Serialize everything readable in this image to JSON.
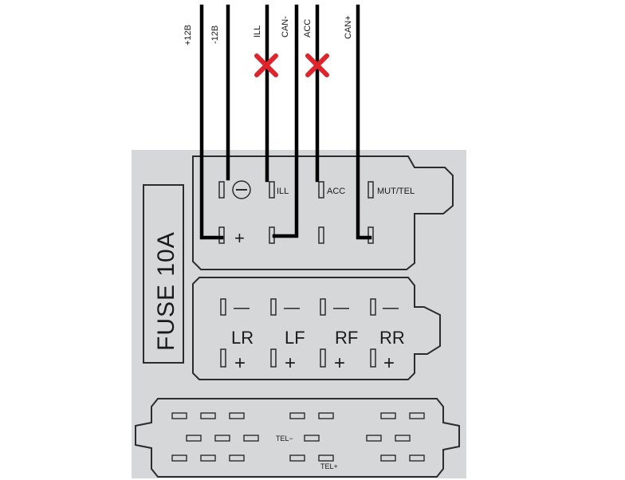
{
  "wire_labels": {
    "plus12": "+12B",
    "minus12": "-12B",
    "ill": "ILL",
    "can_minus": "CAN-",
    "acc": "ACC",
    "can_plus": "CAN+"
  },
  "fuse_label": "FUSE 10A",
  "top_block": {
    "ill": "ILL",
    "acc": "ACC",
    "mut_tel": "MUT/TEL",
    "minus_circle": "−",
    "plus": "+"
  },
  "speakers": {
    "lr": "LR",
    "lf": "LF",
    "rf": "RF",
    "rr": "RR",
    "minus": "—",
    "plus": "+"
  },
  "bottom_block": {
    "tel_minus": "TEL−",
    "tel_plus": "TEL+"
  },
  "colors": {
    "panel": "#d5d7d9",
    "outline": "#2c2c2c",
    "wire": "#000000",
    "cross": "#e0242b",
    "text": "#1a1a1a"
  },
  "disconnected": [
    "ILL",
    "ACC"
  ]
}
